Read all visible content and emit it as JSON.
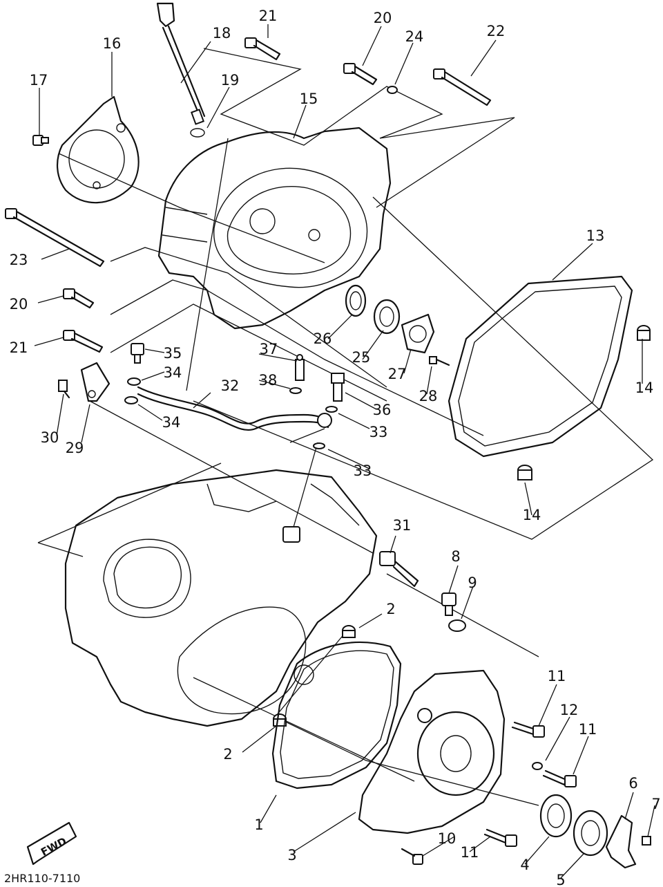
{
  "callouts": [
    "1",
    "2",
    "2",
    "3",
    "4",
    "5",
    "6",
    "7",
    "8",
    "9",
    "10",
    "11",
    "11",
    "11",
    "12",
    "13",
    "14",
    "14",
    "15",
    "16",
    "17",
    "18",
    "19",
    "20",
    "20",
    "21",
    "21",
    "22",
    "23",
    "24",
    "25",
    "26",
    "27",
    "28",
    "29",
    "30",
    "31",
    "32",
    "33",
    "33",
    "34",
    "34",
    "35",
    "36",
    "37",
    "38"
  ],
  "fwd_label": "FWD",
  "drawing_code": "2HR110-7110"
}
